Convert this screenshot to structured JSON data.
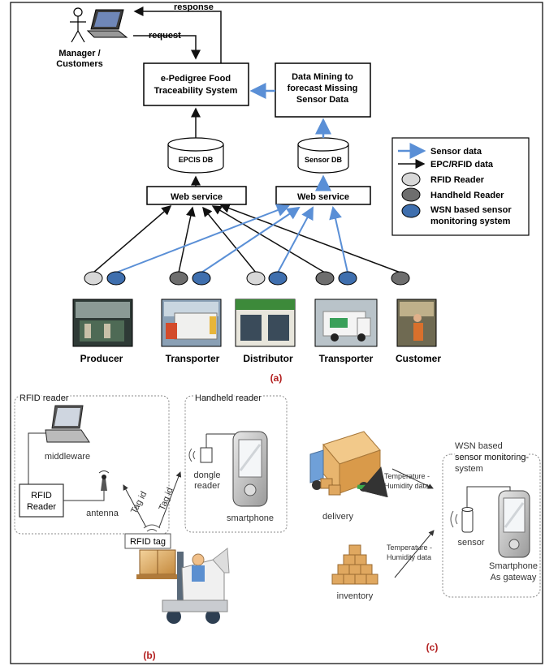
{
  "colors": {
    "blue": "#5a8fd6",
    "black": "#111111",
    "light_node": "#d8d8d8",
    "dark_node": "#6e6e6e",
    "blue_node": "#3f6fae",
    "caption": "#b32020"
  },
  "panel_a": {
    "actor": {
      "line1": "Manager /",
      "line2": "Customers"
    },
    "response": "response",
    "request": "request",
    "traceability": {
      "line1": "e-Pedigree Food",
      "line2": "Traceability System"
    },
    "data_mining": {
      "line1": "Data Mining to",
      "line2": "forecast Missing",
      "line3": "Sensor Data"
    },
    "epcis_db": "EPCIS DB",
    "sensor_db": "Sensor DB",
    "web_service_left": "Web service",
    "web_service_right": "Web service",
    "legend": {
      "sensor_data": "Sensor data",
      "epc_data": "EPC/RFID data",
      "rfid_reader": "RFID Reader",
      "handheld_reader": "Handheld Reader",
      "wsn_line1": "WSN based sensor",
      "wsn_line2": "monitoring system"
    },
    "photo_labels": [
      "Producer",
      "Transporter",
      "Distributor",
      "Transporter",
      "Customer"
    ],
    "caption": "(a)"
  },
  "panel_b": {
    "rfid_reader_title": "RFID reader",
    "middleware": "middleware",
    "reader_box": {
      "line1": "RFID",
      "line2": "Reader"
    },
    "antenna": "antenna",
    "handheld_title": "Handheld reader",
    "dongle": {
      "line1": "dongle",
      "line2": "reader"
    },
    "smartphone": "smartphone",
    "tag_id_left": "Tag id",
    "tag_id_right": "Tag id",
    "rfid_tag": "RFID tag",
    "caption": "(b)"
  },
  "panel_c": {
    "delivery": "delivery",
    "inventory": "inventory",
    "temp_top": {
      "line1": "Temperature -",
      "line2": "Humidity data"
    },
    "temp_bottom": {
      "line1": "Temperature -",
      "line2": "Humidity data"
    },
    "wsn_title": {
      "line1": "WSN based",
      "line2": "sensor monitoring-",
      "line3": "system"
    },
    "sensor": "sensor",
    "smartphone": {
      "line1": "Smartphone",
      "line2": "As gateway"
    },
    "caption": "(c)"
  }
}
